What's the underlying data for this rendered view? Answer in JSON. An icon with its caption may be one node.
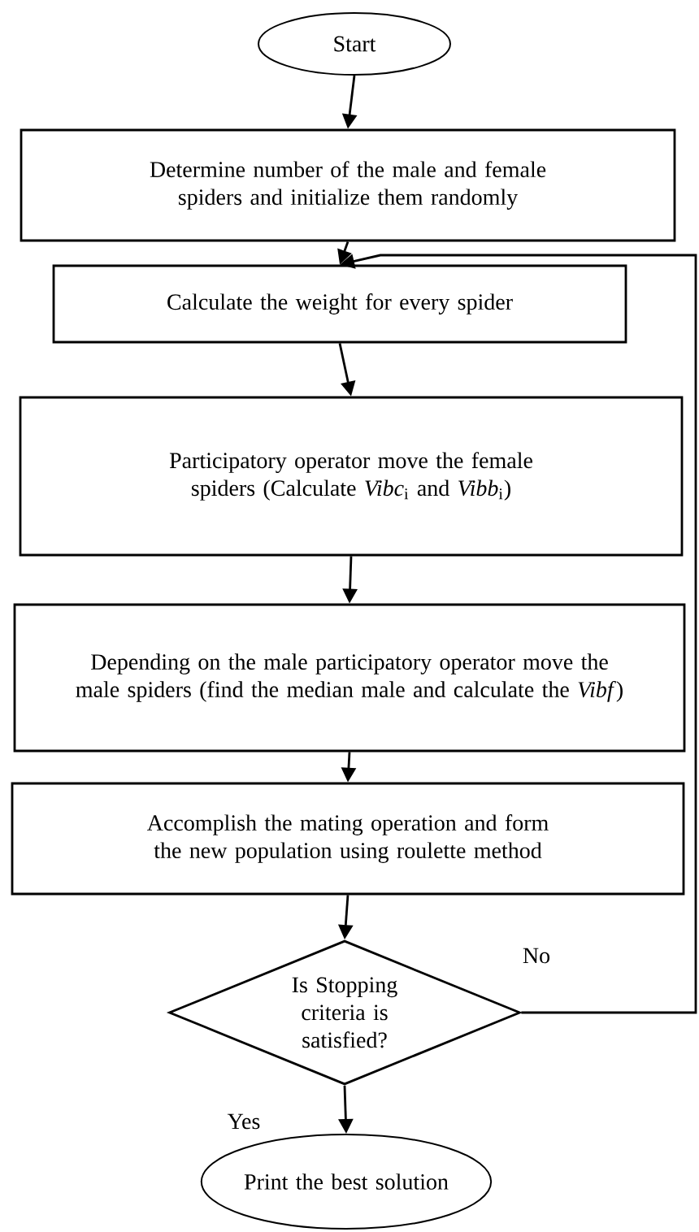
{
  "diagram": {
    "nodes": [
      {
        "text": [
          "Start"
        ]
      },
      {
        "text": [
          "Determine number of the male and female spiders and initialize them randomly"
        ]
      },
      {
        "text": [
          "Calculate the weight for every spider"
        ]
      },
      {
        "text": [
          "Participatory operator move the female spiders (Calculate *Vibc*$_{i}$ and *Vibb*$_{i}$)"
        ]
      },
      {
        "text": [
          "Depending on the male participatory operator move the male spiders (find the median male and calculate the *Vibf*)"
        ]
      },
      {
        "text": [
          "Accomplish the mating operation and form the new population using roulette method"
        ]
      },
      {
        "text": [
          "Is Stopping criteria is satisfied?"
        ]
      },
      {
        "text": [
          "Print the best solution"
        ]
      }
    ],
    "edges": [
      {
        "from": 0,
        "to": 1,
        "arrow": "to"
      },
      {
        "from": 1,
        "to": 2,
        "arrow": "to"
      },
      {
        "from": 2,
        "to": 3,
        "arrow": "to"
      },
      {
        "from": 3,
        "to": 4,
        "arrow": "to"
      },
      {
        "from": 4,
        "to": 5,
        "arrow": "to"
      },
      {
        "from": 5,
        "to": 6,
        "arrow": "to"
      },
      {
        "from": 6,
        "to": 2,
        "arrow": "to",
        "label": "No"
      },
      {
        "from": 6,
        "to": 7,
        "arrow": "to",
        "label": "Yes"
      }
    ]
  }
}
